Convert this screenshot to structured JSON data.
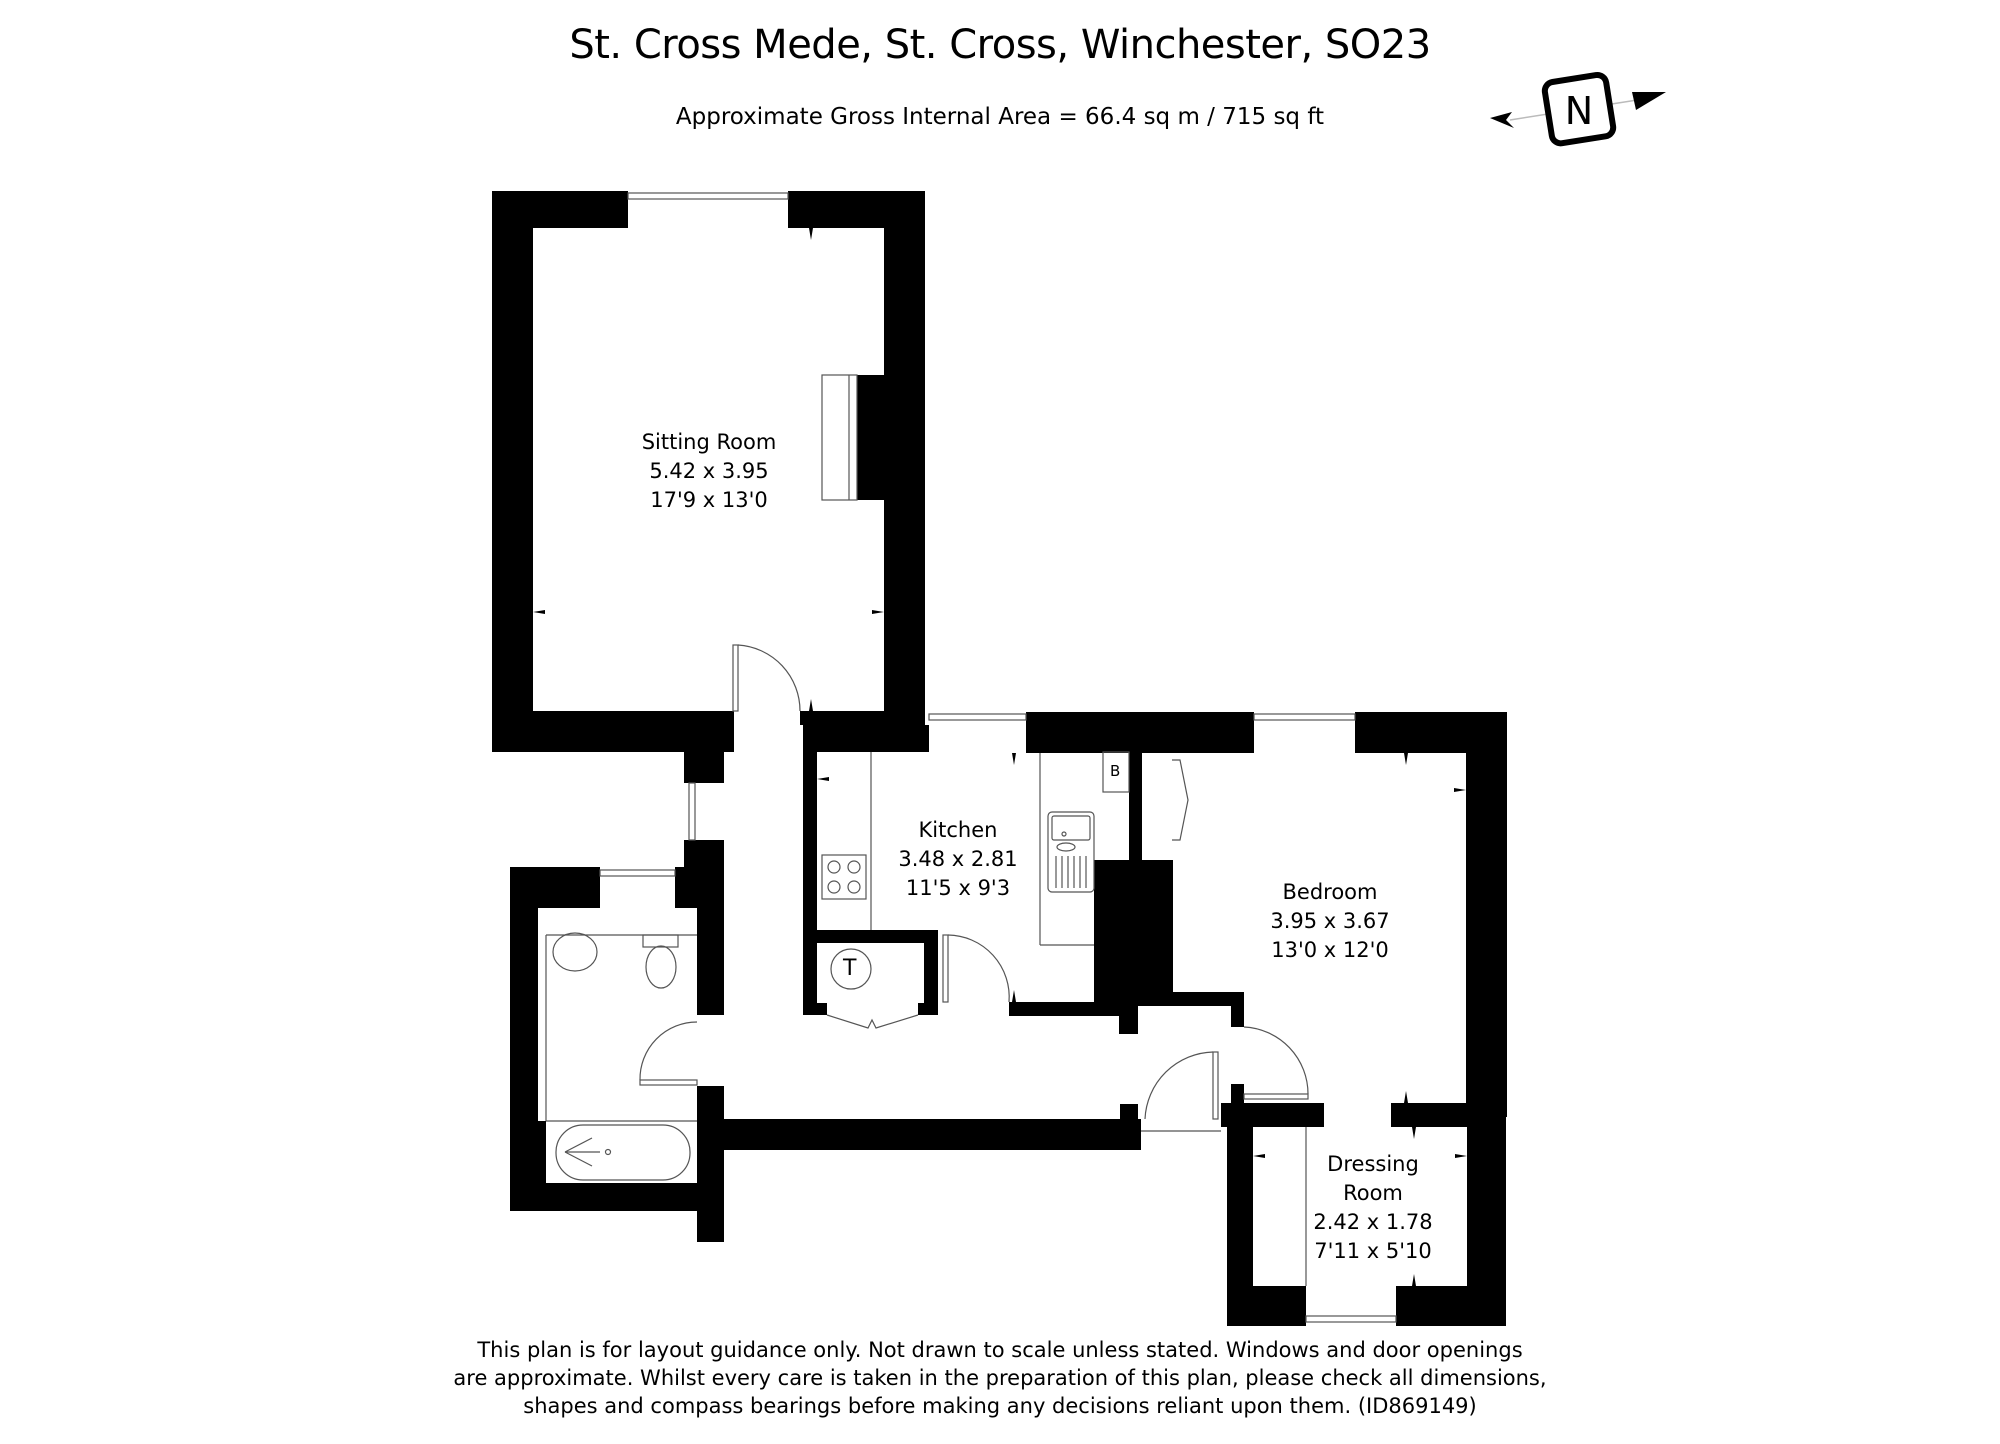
{
  "header": {
    "title": "St. Cross Mede, St. Cross, Winchester, SO23",
    "area": "Approximate Gross Internal Area = 66.4 sq m / 715 sq ft"
  },
  "compass": {
    "label": "N",
    "icon": "north-arrow-icon"
  },
  "rooms": {
    "sitting_room": {
      "name": "Sitting Room",
      "metric": "5.42 x 3.95",
      "imperial": "17'9 x 13'0"
    },
    "kitchen": {
      "name": "Kitchen",
      "metric": "3.48 x 2.81",
      "imperial": "11'5 x 9'3"
    },
    "bedroom": {
      "name": "Bedroom",
      "metric": "3.95 x 3.67",
      "imperial": "13'0 x 12'0"
    },
    "dressing_room": {
      "name_line1": "Dressing",
      "name_line2": "Room",
      "metric": "2.42 x 1.78",
      "imperial": "7'11 x 5'10"
    }
  },
  "fixtures": {
    "boiler_label": "B",
    "tank_label": "T"
  },
  "colors": {
    "wall": "#000000",
    "background": "#ffffff",
    "fixture_line": "#555555"
  },
  "footer": {
    "lines": [
      "This plan is for layout guidance only. Not drawn to scale unless stated. Windows and door openings",
      "are approximate. Whilst every care is taken in the preparation of this plan, please check all dimensions,",
      "shapes and compass bearings before making any decisions reliant upon them. (ID869149)"
    ]
  }
}
